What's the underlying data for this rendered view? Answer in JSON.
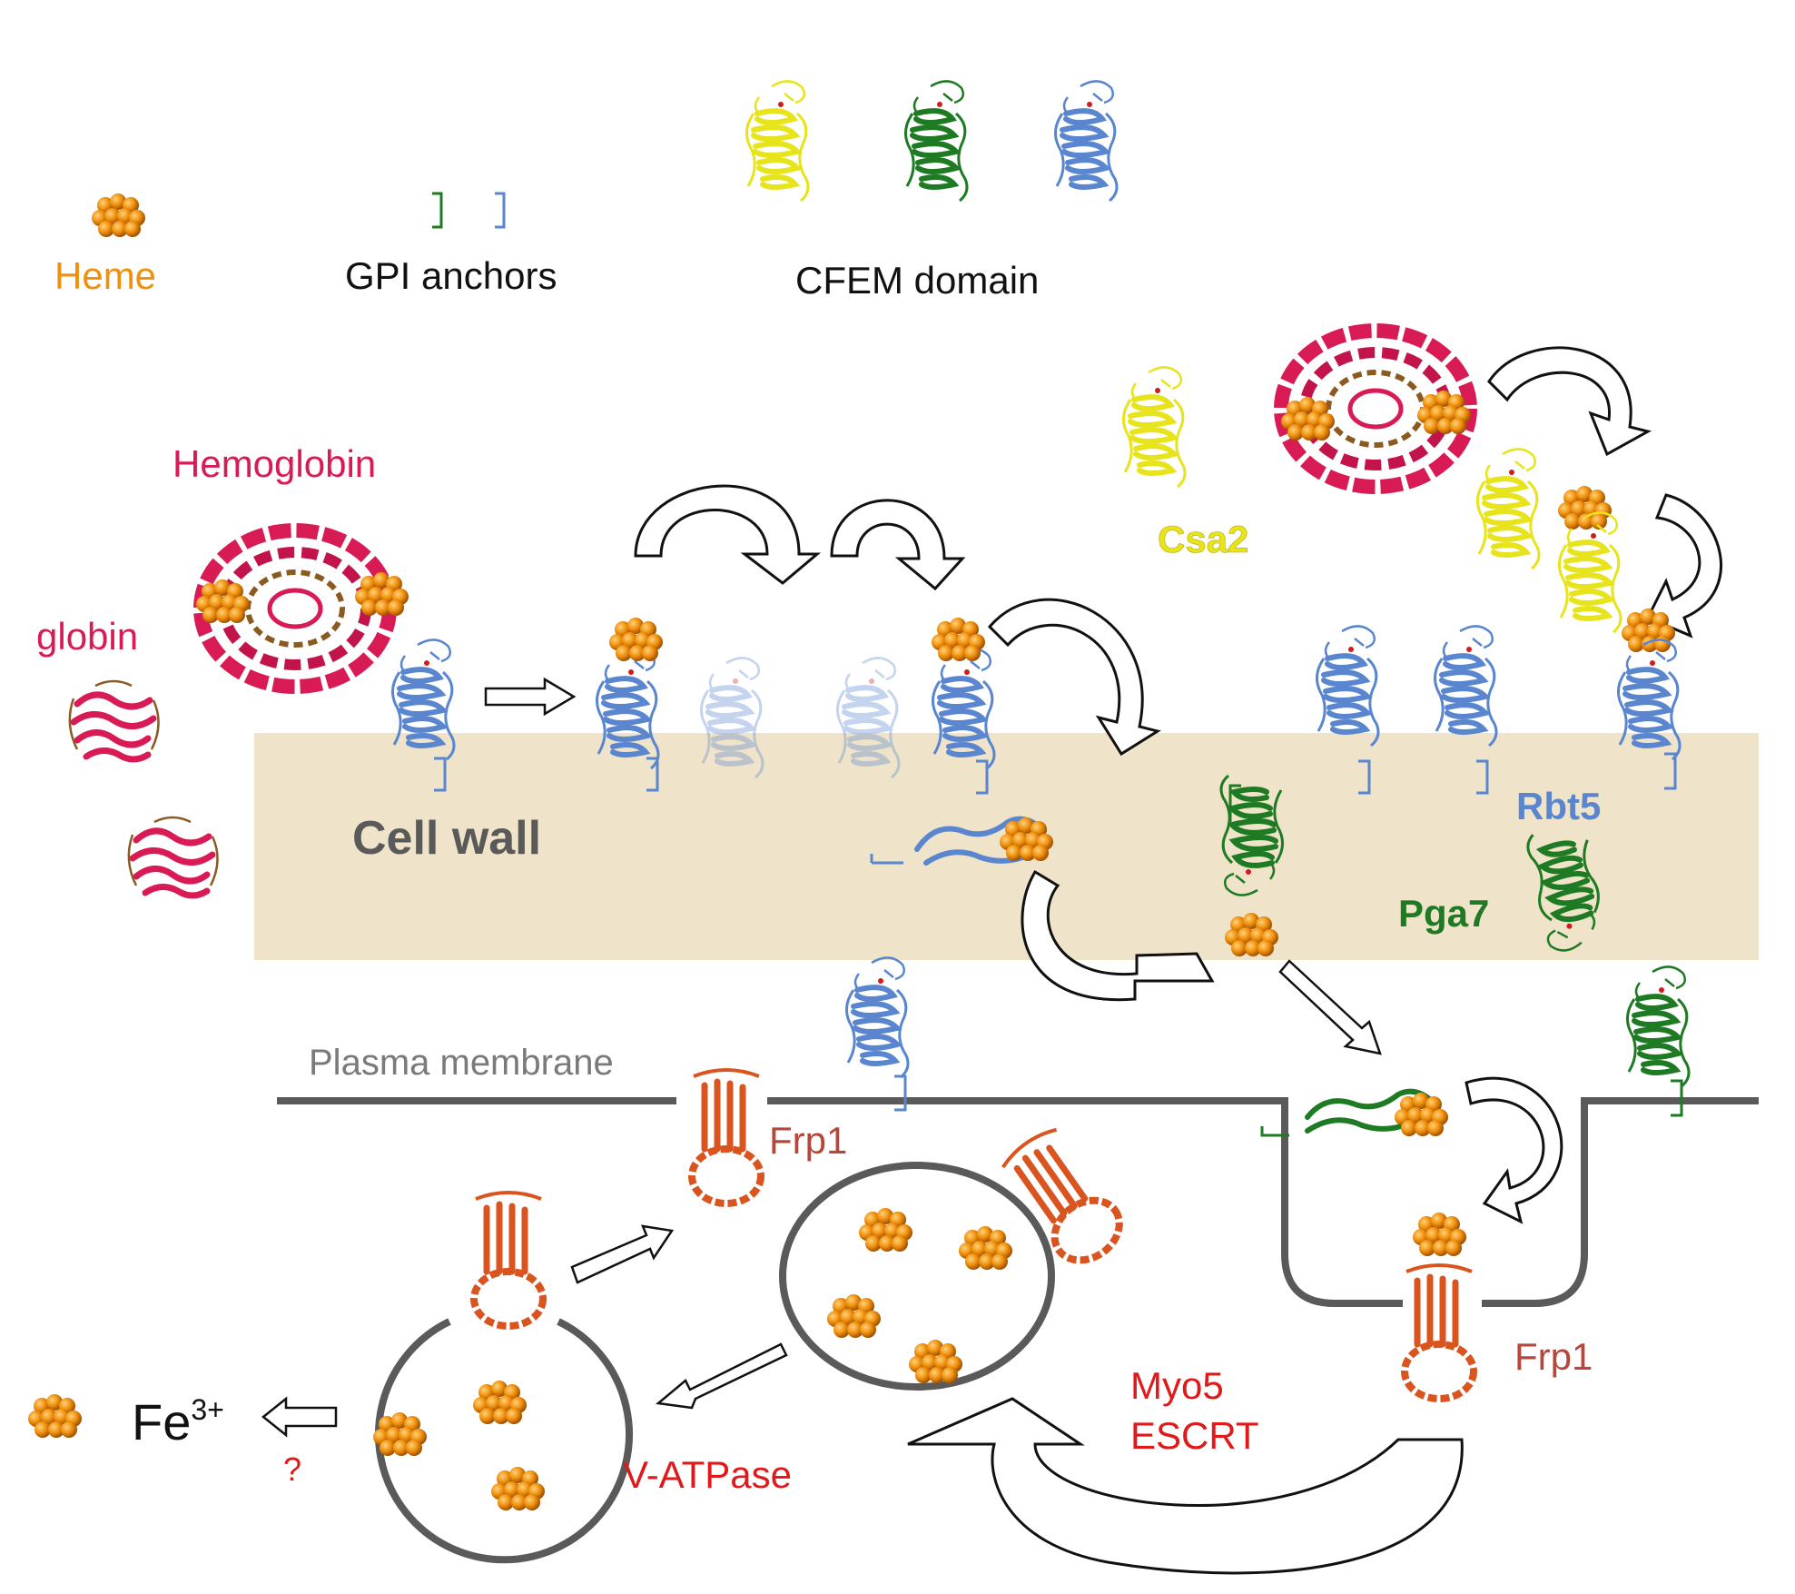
{
  "legend": {
    "heme": "Heme",
    "gpi": "GPI anchors",
    "cfem": "CFEM domain"
  },
  "labels": {
    "hemoglobin": "Hemoglobin",
    "globin": "globin",
    "csa2": "Csa2",
    "cell_wall": "Cell wall",
    "rbt5": "Rbt5",
    "pga7": "Pga7",
    "plasma_membrane": "Plasma membrane",
    "frp1_top": "Frp1",
    "frp1_right": "Frp1",
    "fe": "Fe",
    "fe_sup": "3+",
    "question": "?",
    "vatpase": "V-ATPase",
    "myo5": "Myo5",
    "escrt": "ESCRT"
  },
  "colors": {
    "heme": "#f0900c",
    "hemoglobin": "#d81b55",
    "yellow_cfem": "#e8e41c",
    "green_cfem": "#1e7a23",
    "blue_cfem": "#5a86cf",
    "frp1": "#d9541f",
    "cell_wall": "#efe3c9",
    "membrane": "#5a5a5a",
    "red_text": "#e0191a",
    "frp1_text": "#b5473c"
  }
}
